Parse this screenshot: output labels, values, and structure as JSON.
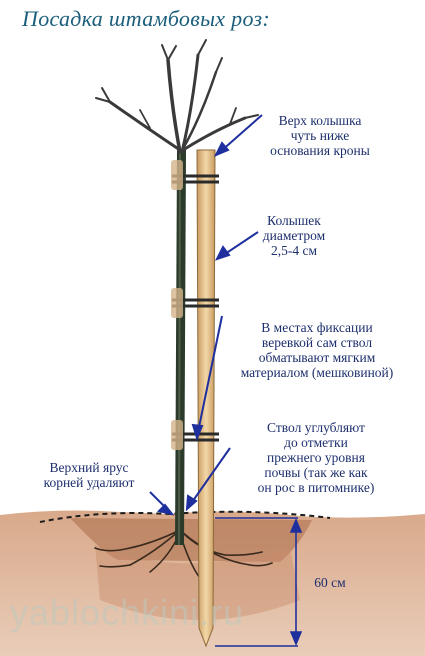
{
  "title": "Посадка штамбовых роз:",
  "labels": {
    "stake_top": [
      "Верх колышка",
      "чуть ниже",
      "основания кроны"
    ],
    "stake_diameter": [
      "Колышек",
      "диаметром",
      "2,5-4 см"
    ],
    "wrapping": [
      "В местах фиксации",
      "веревкой сам ствол",
      "обматывают мягким",
      "материалом (мешковиной)"
    ],
    "trunk_depth": [
      "Ствол углубляют",
      "до отметки",
      "прежнего уровня",
      "почвы (так же как",
      "он рос в питомнике)"
    ],
    "upper_roots": [
      "Верхний ярус",
      "корней удаляют"
    ],
    "depth": "60 см"
  },
  "watermark": "yablochkini.ru",
  "colors": {
    "text": "#1d2f6d",
    "arrow": "#1f2f9e",
    "soil": "#c98f6e",
    "stake": "#e8c48f",
    "trunk": "#2b3a2a"
  }
}
